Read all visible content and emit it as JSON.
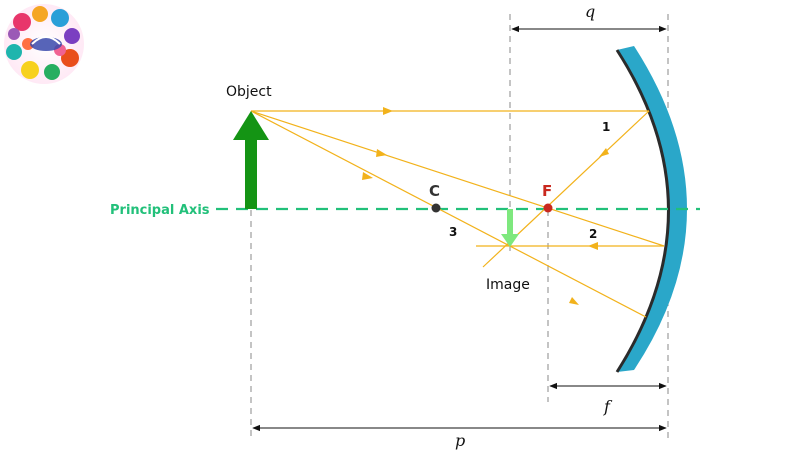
{
  "labels": {
    "object": "Object",
    "image": "Image",
    "principal_axis": "Principal Axis",
    "center": "C",
    "focus": "F",
    "ray1": "1",
    "ray2": "2",
    "ray3": "3",
    "q": "q",
    "f": "f",
    "p": "p"
  },
  "colors": {
    "ray": "#f2b21b",
    "principal_axis": "#22c07a",
    "object_arrow": "#149414",
    "image_arrow": "#7ee87e",
    "focus": "#c9281e",
    "center": "#333333",
    "mirror_fill": "#2aa7c9",
    "mirror_edge": "#2b2b2b",
    "dimension": "#111111"
  },
  "icons": {
    "logo": "colorful-swirl-logo"
  }
}
